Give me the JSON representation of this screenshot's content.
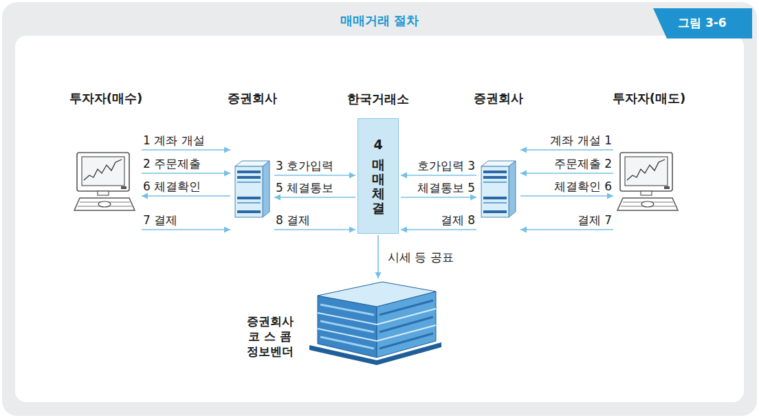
{
  "diagram": {
    "title": "매매거래 절차",
    "nodes": [
      {
        "text": [
          "투자자(매수)"
        ]
      },
      {
        "text": [
          "증권회사"
        ]
      },
      {
        "text": [
          "한국거래소",
          "4",
          "매매체결"
        ]
      },
      {
        "text": [
          "증권회사"
        ]
      },
      {
        "text": [
          "투자자(매도)"
        ]
      },
      {
        "text": [
          "증권회사 코 스 콤 정보벤더"
        ]
      }
    ],
    "edges": [
      {
        "from": 0,
        "to": 1,
        "label": "1 계좌 개설",
        "arrow": "to"
      },
      {
        "from": 0,
        "to": 1,
        "label": "2 주문제출",
        "arrow": "to"
      },
      {
        "from": 1,
        "to": 0,
        "label": "6 체결확인",
        "arrow": "to"
      },
      {
        "from": 0,
        "to": 1,
        "label": "7 결제",
        "arrow": "to"
      },
      {
        "from": 1,
        "to": 2,
        "label": "3 호가입력",
        "arrow": "to"
      },
      {
        "from": 2,
        "to": 1,
        "label": "5 체결통보",
        "arrow": "to"
      },
      {
        "from": 1,
        "to": 2,
        "label": "8 결제",
        "arrow": "to"
      },
      {
        "from": 4,
        "to": 3,
        "label": "계좌 개설 1",
        "arrow": "to"
      },
      {
        "from": 4,
        "to": 3,
        "label": "주문제출 2",
        "arrow": "to"
      },
      {
        "from": 3,
        "to": 4,
        "label": "체결확인 6",
        "arrow": "to"
      },
      {
        "from": 4,
        "to": 3,
        "label": "결제 7",
        "arrow": "to"
      },
      {
        "from": 3,
        "to": 2,
        "label": "호가입력 3",
        "arrow": "to"
      },
      {
        "from": 2,
        "to": 3,
        "label": "체결통보 5",
        "arrow": "to"
      },
      {
        "from": 3,
        "to": 2,
        "label": "결제 8",
        "arrow": "to"
      },
      {
        "from": 2,
        "to": 5,
        "label": "시세 등 공표",
        "arrow": "to"
      }
    ],
    "labels": [
      "그림 3-6"
    ]
  }
}
